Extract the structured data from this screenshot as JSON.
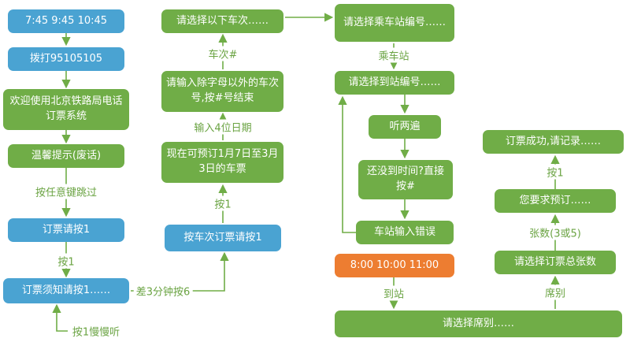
{
  "colors": {
    "blue": "#4aa3d2",
    "green": "#70ad47",
    "orange": "#ed7d31",
    "arrow": "#70ad47",
    "label_green": "#6aa342"
  },
  "nodes": [
    {
      "id": "call-times-morning",
      "label": "7:45 9:45 10:45",
      "color": "blue"
    },
    {
      "id": "dial-number",
      "label": "拨打95105105",
      "color": "blue"
    },
    {
      "id": "welcome",
      "label": "欢迎使用北京铁路局电话订票系统",
      "color": "green"
    },
    {
      "id": "friendly-tips",
      "label": "温馨提示(废话)",
      "color": "green"
    },
    {
      "id": "book-press-1",
      "label": "订票请按1",
      "color": "blue"
    },
    {
      "id": "booking-notice",
      "label": "订票须知请按1……",
      "color": "blue"
    },
    {
      "id": "select-train",
      "label": "请选择以下车次……",
      "color": "green"
    },
    {
      "id": "enter-train-number",
      "label": "请输入除字母以外的车次号,按#号结束",
      "color": "green"
    },
    {
      "id": "booking-date-range",
      "label": "现在可预订1月7日至3月3日的车票",
      "color": "green"
    },
    {
      "id": "book-by-train-press-1",
      "label": "按车次订票请按1",
      "color": "blue"
    },
    {
      "id": "select-boarding-station",
      "label": "请选择乘车站编号……",
      "color": "green"
    },
    {
      "id": "select-arrival-station",
      "label": "请选择到站编号……",
      "color": "green"
    },
    {
      "id": "listen-twice",
      "label": "听两遍",
      "color": "green"
    },
    {
      "id": "not-time-press-hash",
      "label": "还没到时间?直接按#",
      "color": "green"
    },
    {
      "id": "station-input-error",
      "label": "车站输入错误",
      "color": "green"
    },
    {
      "id": "call-times-late",
      "label": "8:00 10:00 11:00",
      "color": "orange"
    },
    {
      "id": "select-seat-class",
      "label": "请选择席别……",
      "color": "green"
    },
    {
      "id": "booking-success",
      "label": "订票成功,请记录……",
      "color": "green"
    },
    {
      "id": "confirm-booking",
      "label": "您要求预订……",
      "color": "green"
    },
    {
      "id": "select-ticket-count",
      "label": "请选择订票总张数",
      "color": "green"
    }
  ],
  "edge_labels": [
    {
      "id": "press-any-key",
      "text": "按任意键跳过"
    },
    {
      "id": "press-1-a",
      "text": "按1"
    },
    {
      "id": "press-1-listen-slowly",
      "text": "按1慢慢听"
    },
    {
      "id": "minus-3-minutes-press-6",
      "text": "差3分钟按6"
    },
    {
      "id": "press-1-b",
      "text": "按1"
    },
    {
      "id": "enter-4-digit-date",
      "text": "输入4位日期"
    },
    {
      "id": "train-number-hash",
      "text": "车次#"
    },
    {
      "id": "boarding-station",
      "text": "乘车站"
    },
    {
      "id": "arrival-station",
      "text": "到站"
    },
    {
      "id": "seat-class",
      "text": "席别"
    },
    {
      "id": "ticket-count-3-or-5",
      "text": "张数(3或5)"
    },
    {
      "id": "press-1-c",
      "text": "按1"
    }
  ]
}
